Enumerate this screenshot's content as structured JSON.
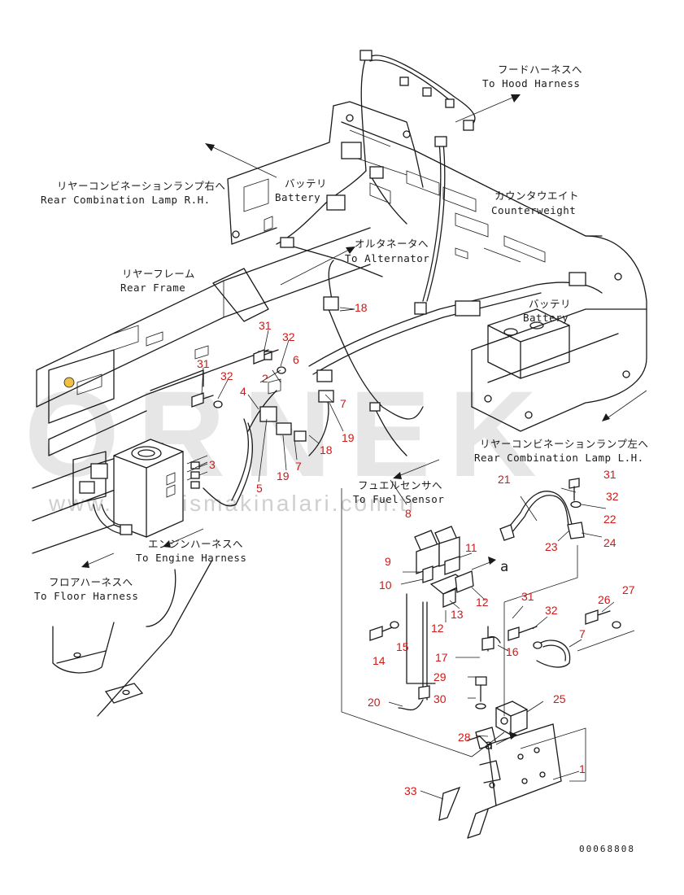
{
  "labels": {
    "hood_jp": "フードハーネスへ",
    "hood_en": "To Hood Harness",
    "rear_lamp_rh_jp": "リヤーコンビネーションランプ右へ",
    "rear_lamp_rh_en": "Rear Combination Lamp R.H.",
    "battery1_jp": "バッテリ",
    "battery1_en": "Battery",
    "counterweight_jp": "カウンタウエイト",
    "counterweight_en": "Counterweight",
    "alternator_jp": "オルタネータへ",
    "alternator_en": "To Alternator",
    "rear_frame_jp": "リヤーフレーム",
    "rear_frame_en": "Rear Frame",
    "battery2_jp": "バッテリ",
    "battery2_en": "Battery",
    "rear_lamp_lh_jp": "リヤーコンビネーションランプ左へ",
    "rear_lamp_lh_en": "Rear Combination Lamp L.H.",
    "fuel_jp": "フュエルセンサへ",
    "fuel_en": "To Fuel Sensor",
    "engine_jp": "エンジンハーネスへ",
    "engine_en": "To Engine Harness",
    "floor_jp": "フロアハーネスへ",
    "floor_en": "To Floor Harness",
    "detail_a1": "a",
    "detail_a2": "a"
  },
  "part_numbers": [
    {
      "id": "18a",
      "text": "18"
    },
    {
      "id": "31a",
      "text": "31"
    },
    {
      "id": "32a",
      "text": "32"
    },
    {
      "id": "6",
      "text": "6"
    },
    {
      "id": "2",
      "text": "2"
    },
    {
      "id": "31b",
      "text": "31"
    },
    {
      "id": "32b",
      "text": "32"
    },
    {
      "id": "4",
      "text": "4"
    },
    {
      "id": "7a",
      "text": "7"
    },
    {
      "id": "19a",
      "text": "19"
    },
    {
      "id": "18b",
      "text": "18"
    },
    {
      "id": "3",
      "text": "3"
    },
    {
      "id": "19b",
      "text": "19"
    },
    {
      "id": "7b",
      "text": "7"
    },
    {
      "id": "5",
      "text": "5"
    },
    {
      "id": "8",
      "text": "8"
    },
    {
      "id": "21",
      "text": "21"
    },
    {
      "id": "31c",
      "text": "31"
    },
    {
      "id": "32c",
      "text": "32"
    },
    {
      "id": "22",
      "text": "22"
    },
    {
      "id": "23",
      "text": "23"
    },
    {
      "id": "24",
      "text": "24"
    },
    {
      "id": "11",
      "text": "11"
    },
    {
      "id": "9",
      "text": "9"
    },
    {
      "id": "10",
      "text": "10"
    },
    {
      "id": "12a",
      "text": "12"
    },
    {
      "id": "13",
      "text": "13"
    },
    {
      "id": "12b",
      "text": "12"
    },
    {
      "id": "26",
      "text": "26"
    },
    {
      "id": "27",
      "text": "27"
    },
    {
      "id": "31d",
      "text": "31"
    },
    {
      "id": "32d",
      "text": "32"
    },
    {
      "id": "7c",
      "text": "7"
    },
    {
      "id": "15",
      "text": "15"
    },
    {
      "id": "14",
      "text": "14"
    },
    {
      "id": "17",
      "text": "17"
    },
    {
      "id": "16",
      "text": "16"
    },
    {
      "id": "29",
      "text": "29"
    },
    {
      "id": "30",
      "text": "30"
    },
    {
      "id": "20",
      "text": "20"
    },
    {
      "id": "25",
      "text": "25"
    },
    {
      "id": "28",
      "text": "28"
    },
    {
      "id": "1",
      "text": "1"
    },
    {
      "id": "33",
      "text": "33"
    }
  ],
  "watermark": {
    "brand": "ORNEK",
    "url": "www.ornekismakinalari.com.tr"
  },
  "drawing_code": "00068808",
  "colors": {
    "line": "#1a1a1a",
    "part_number": "#d01818",
    "watermark": "#c8c8c8",
    "accent_badge": "#f0c040"
  }
}
